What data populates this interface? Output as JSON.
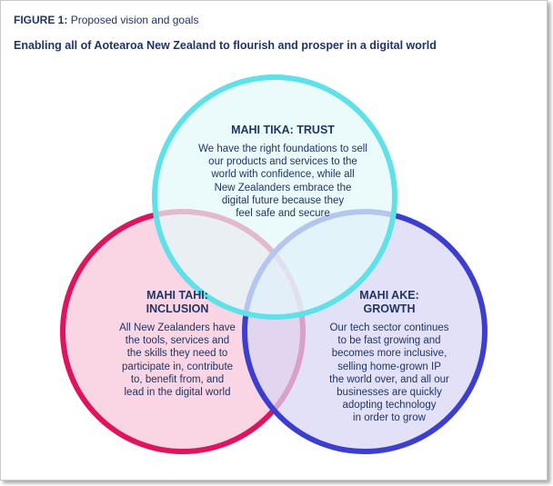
{
  "figure": {
    "label_number": "FIGURE 1:",
    "label_text": "Proposed vision and goals",
    "title": "Enabling all of Aotearoa New Zealand to flourish and prosper in a digital world"
  },
  "colors": {
    "trust_fill": "#e3f9fb",
    "trust_stroke": "#5fe1ea",
    "inclusion_fill": "#f8c5d8",
    "inclusion_stroke": "#e0145e",
    "growth_fill": "#d7d5f5",
    "growth_stroke": "#3c3ed0",
    "text": "#1f3566"
  },
  "circles": {
    "trust": {
      "heading": "MAHI TIKA: TRUST",
      "lines": [
        "We have the right foundations to sell",
        "our products and services to the",
        "world with confidence, while all",
        "New Zealanders embrace the",
        "digital future because they",
        "feel safe and secure"
      ]
    },
    "inclusion": {
      "heading_lines": [
        "MAHI TAHI:",
        "INCLUSION"
      ],
      "lines": [
        "All New Zealanders have",
        "the tools, services and",
        "the skills they need to",
        "participate in, contribute",
        "to, benefit from, and",
        "lead in the digital world"
      ]
    },
    "growth": {
      "heading_lines": [
        "MAHI AKE:",
        "GROWTH"
      ],
      "lines": [
        "Our tech sector continues",
        "to be fast growing and",
        "becomes more inclusive,",
        "selling home-grown IP",
        "the world over, and all our",
        "businesses are quickly",
        "adopting technology",
        "in order to grow"
      ]
    }
  }
}
